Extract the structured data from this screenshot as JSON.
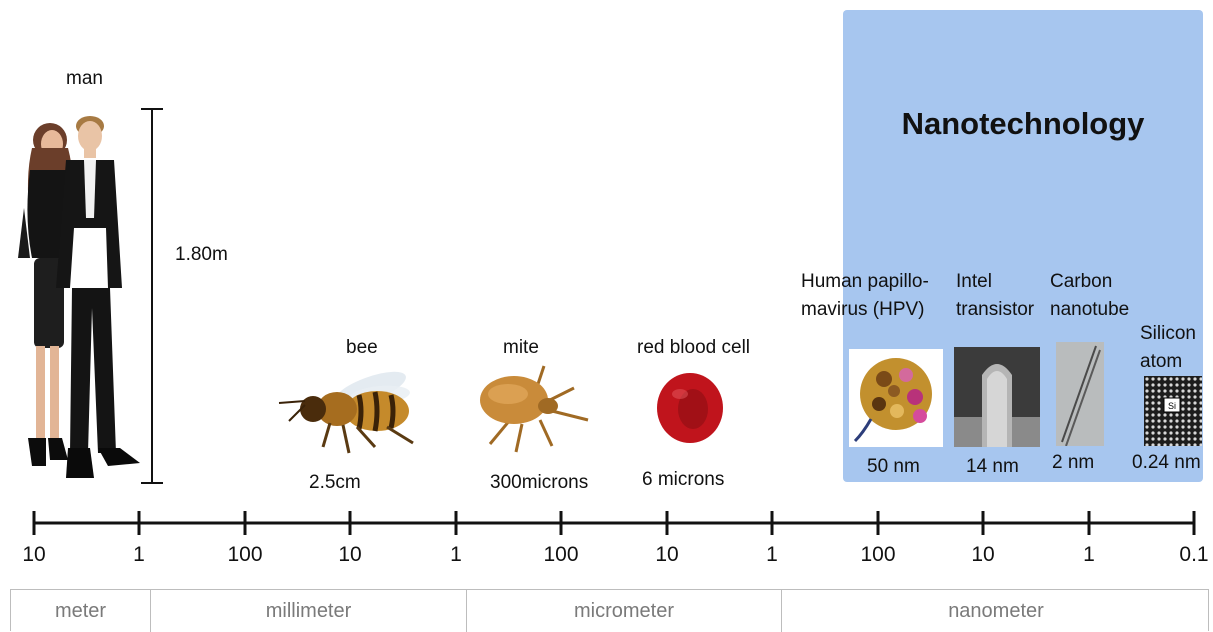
{
  "title": "Nanotechnology",
  "objects": [
    {
      "name": "man",
      "size": "1.80m"
    },
    {
      "name": "bee",
      "size": "2.5cm"
    },
    {
      "name": "mite",
      "size": "300microns"
    },
    {
      "name": "red blood cell",
      "size": "6 microns"
    },
    {
      "name": "Human papillo-\nmavirus (HPV)",
      "size": "50 nm"
    },
    {
      "name": "Intel\ntransistor",
      "size": "14 nm"
    },
    {
      "name": "Carbon\nnanotube",
      "size": "2 nm"
    },
    {
      "name": "Silicon\natom",
      "size": "0.24 nm"
    }
  ],
  "scale_ticks": [
    "10",
    "1",
    "100",
    "10",
    "1",
    "100",
    "10",
    "1",
    "100",
    "10",
    "1",
    "0.1"
  ],
  "units": [
    "meter",
    "millimeter",
    "micrometer",
    "nanometer"
  ],
  "atom_symbol": "Si",
  "colors": {
    "nano_panel": "#a7c6ef",
    "axis": "#111111",
    "unit_text": "#7a7a7a",
    "blood_cell": "#c0141c"
  }
}
